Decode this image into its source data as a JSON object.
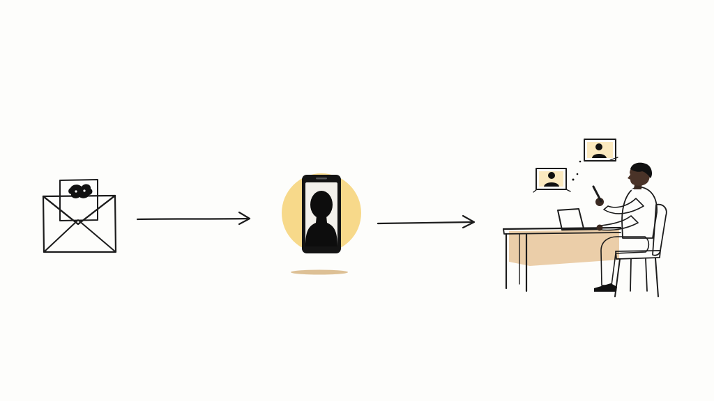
{
  "diagram": {
    "nodes": [
      {
        "id": "envelope",
        "icon": "envelope-with-letter-icon"
      },
      {
        "id": "phone",
        "icon": "smartphone-profile-icon"
      },
      {
        "id": "workstation",
        "icon": "person-at-desk-icon"
      }
    ],
    "edges": [
      {
        "from": "envelope",
        "to": "phone"
      },
      {
        "from": "phone",
        "to": "workstation"
      }
    ]
  },
  "colors": {
    "ink": "#1c1c1c",
    "envelope_fill": "#f1dcbc",
    "glow": "#f7d98a",
    "desk_top": "#e7c59a",
    "chair": "#c79a66",
    "shirt": "#6b6b6b",
    "trousers": "#3a3a3a",
    "video_frame_fill": "#f5d58c"
  }
}
